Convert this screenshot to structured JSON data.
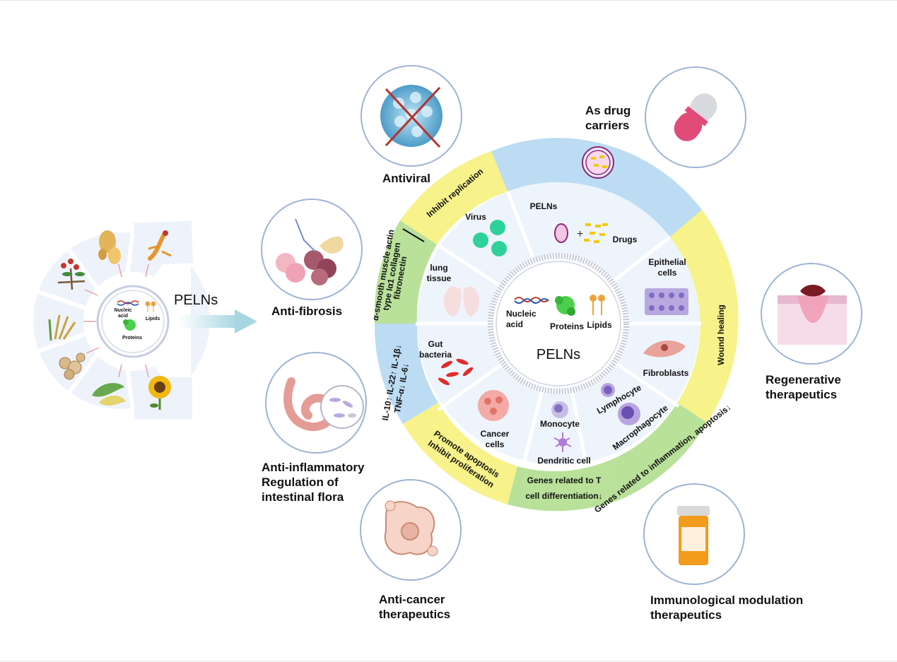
{
  "left_wheel": {
    "center_label": "PELNs",
    "inner": {
      "nucleic_acid": "Nucleic acid",
      "lipids": "Lipids",
      "proteins": "Proteins"
    }
  },
  "outer_circles": {
    "antiviral": "Antiviral",
    "drug_carriers": "As drug carriers",
    "anti_fibrosis": "Anti-fibrosis",
    "regenerative": "Regenerative therapeutics",
    "anti_inflammatory": "Anti-inflammatory Regulation of intestinal flora",
    "anti_cancer": "Anti-cancer therapeutics",
    "immunological": "Immunological modulation therapeutics"
  },
  "main_wheel": {
    "center_label": "PELNs",
    "core": {
      "nucleic_acid": "Nucleic acid",
      "proteins": "Proteins",
      "lipids": "Lipids"
    },
    "bands": {
      "inhibit_replication": "Inhibit replication",
      "wound_healing": "Wound healing",
      "genes_inflammation": "Genes related to inflammation, apoptosis↓",
      "genes_t_cell_1": "Genes related to T",
      "genes_t_cell_2": "cell differentiation↓",
      "promote_apoptosis_1": "Promote apoptosis",
      "promote_apoptosis_2": "Inhibit proliferation",
      "il_1": "IL-10↑ IL-22↑ IL-1β↓",
      "il_2": "TNF-α↓ IL-6↓",
      "fibrosis_1": "α-smooth muscle actin",
      "fibrosis_2": "type Iα1 collagen",
      "fibrosis_3": "fibronectin"
    },
    "segments": {
      "virus": "Virus",
      "pelns": "PELNs",
      "drugs": "Drugs",
      "epithelial": "Epithelial cells",
      "fibroblasts": "Fibroblasts",
      "lymphocyte": "Lymphocyte",
      "macrophagocyte": "Macrophagocyte",
      "monocyte": "Monocyte",
      "dendritic": "Dendritic cell",
      "cancer_cells": "Cancer cells",
      "gut_bacteria": "Gut bacteria",
      "lung_tissue": "lung tissue"
    }
  },
  "colors": {
    "yellow": "#f7f28a",
    "green": "#b9e19a",
    "blue": "#bcdcf3",
    "segment_bg": "#eef4fb",
    "circle_stroke": "#9eb3d6",
    "arrow": "#a7d6e2"
  },
  "icons": [
    "ginseng-icon",
    "ginger-icon",
    "berry-plant-icon",
    "wheat-icon",
    "root-slices-icon",
    "leaf-icon",
    "sunflower-icon",
    "virus-icon",
    "capsule-icon",
    "lungs-icon",
    "skin-wound-icon",
    "intestine-icon",
    "cancer-cell-icon",
    "pill-bottle-icon"
  ]
}
